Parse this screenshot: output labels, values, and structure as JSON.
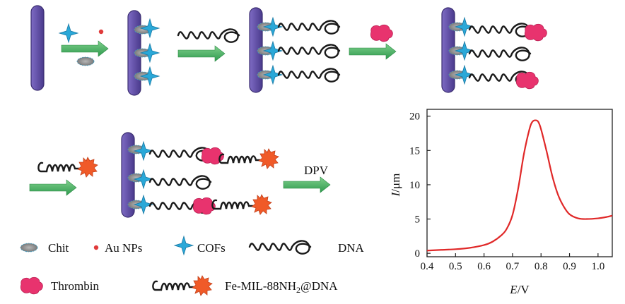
{
  "colors": {
    "electrode": "#5b4a9e",
    "arrow": "#3aaa5a",
    "dna": "#1a1a1a",
    "thrombin": "#e8336e",
    "fe_mof": "#f05a28",
    "chit": "#8a8a8a",
    "cof": "#2aa8d8",
    "au_np": "#e03a3a",
    "curve": "#e02828"
  },
  "legend": {
    "chit": "Chit",
    "au_nps": "Au NPs",
    "cofs": "COFs",
    "dna": "DNA",
    "thrombin": "Thrombin",
    "fe_mof_prefix": "Fe-MIL-88NH",
    "fe_mof_sub": "2",
    "fe_mof_suffix": "@DNA"
  },
  "dpv_label": "DPV",
  "icons": [
    "electrode-icon",
    "cof-star-icon",
    "au-np-icon",
    "chit-ellipse-icon",
    "dna-strand-icon",
    "thrombin-icon",
    "fe-mof-icon",
    "arrow-icon"
  ],
  "chart_data": {
    "type": "line",
    "xlabel_italic": "E",
    "xlabel_unit": "/V",
    "ylabel_italic": "I",
    "ylabel_unit": "/μm",
    "xlim": [
      0.4,
      1.05
    ],
    "ylim": [
      -0.5,
      21
    ],
    "xticks": [
      "0.4",
      "0.5",
      "0.6",
      "0.7",
      "0.8",
      "0.9",
      "1.0"
    ],
    "yticks": [
      "0",
      "5",
      "10",
      "15",
      "20"
    ],
    "series": [
      {
        "x": [
          0.4,
          0.45,
          0.5,
          0.55,
          0.6,
          0.63,
          0.66,
          0.68,
          0.7,
          0.72,
          0.74,
          0.76,
          0.77,
          0.78,
          0.79,
          0.8,
          0.82,
          0.84,
          0.86,
          0.88,
          0.9,
          0.93,
          0.96,
          1.0,
          1.03,
          1.05
        ],
        "y": [
          0.4,
          0.5,
          0.6,
          0.8,
          1.2,
          1.7,
          2.6,
          3.6,
          5.6,
          9.5,
          14.5,
          18.2,
          19.2,
          19.4,
          19.2,
          18.1,
          14.8,
          11.2,
          8.5,
          6.8,
          5.7,
          5.1,
          5.0,
          5.1,
          5.3,
          5.5
        ]
      }
    ]
  }
}
